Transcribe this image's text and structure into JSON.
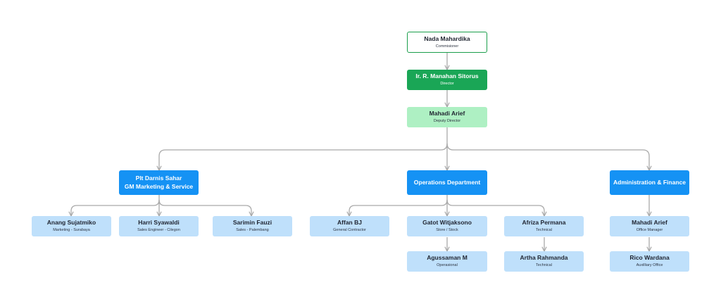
{
  "nodes": {
    "commissioner": {
      "name": "Nada Mahardika",
      "role": "Commisioner"
    },
    "director": {
      "name": "Ir. R. Manahan Sitorus",
      "role": "Director"
    },
    "deputy": {
      "name": "Mahadi Arief",
      "role": "Deputy Director"
    },
    "marketing_head": {
      "line1": "Plt Darnis Sahar",
      "line2": "GM Marketing & Service"
    },
    "operations_head": {
      "name": "Operations Department"
    },
    "admin_head": {
      "name": "Administration & Finance"
    },
    "anang": {
      "name": "Anang Sujatmiko",
      "role": "Marketing - Surabaya"
    },
    "harri": {
      "name": "Harri Syawaldi",
      "role": "Sales Engineer - Cilegon"
    },
    "sarimin": {
      "name": "Sarimin Fauzi",
      "role": "Sales - Palembang"
    },
    "affan": {
      "name": "Affan BJ",
      "role": "General Contractor"
    },
    "gatot": {
      "name": "Gatot Witjaksono",
      "role": "Store / Stock"
    },
    "afriza": {
      "name": "Afriza Permana",
      "role": "Technical"
    },
    "agussaman": {
      "name": "Agussaman M",
      "role": "Operasional"
    },
    "artha": {
      "name": "Artha Rahmanda",
      "role": "Technical"
    },
    "mahadi_office": {
      "name": "Mahadi Arief",
      "role": "Office Manager"
    },
    "rico": {
      "name": "Rico Wardana",
      "role": "Auxilliary Office"
    }
  },
  "colors": {
    "green_dark": "#1aa656",
    "green_light": "#aef0c3",
    "blue_dark": "#1592f4",
    "blue_light": "#bfe0fb",
    "connector": "#a9a9a9"
  }
}
